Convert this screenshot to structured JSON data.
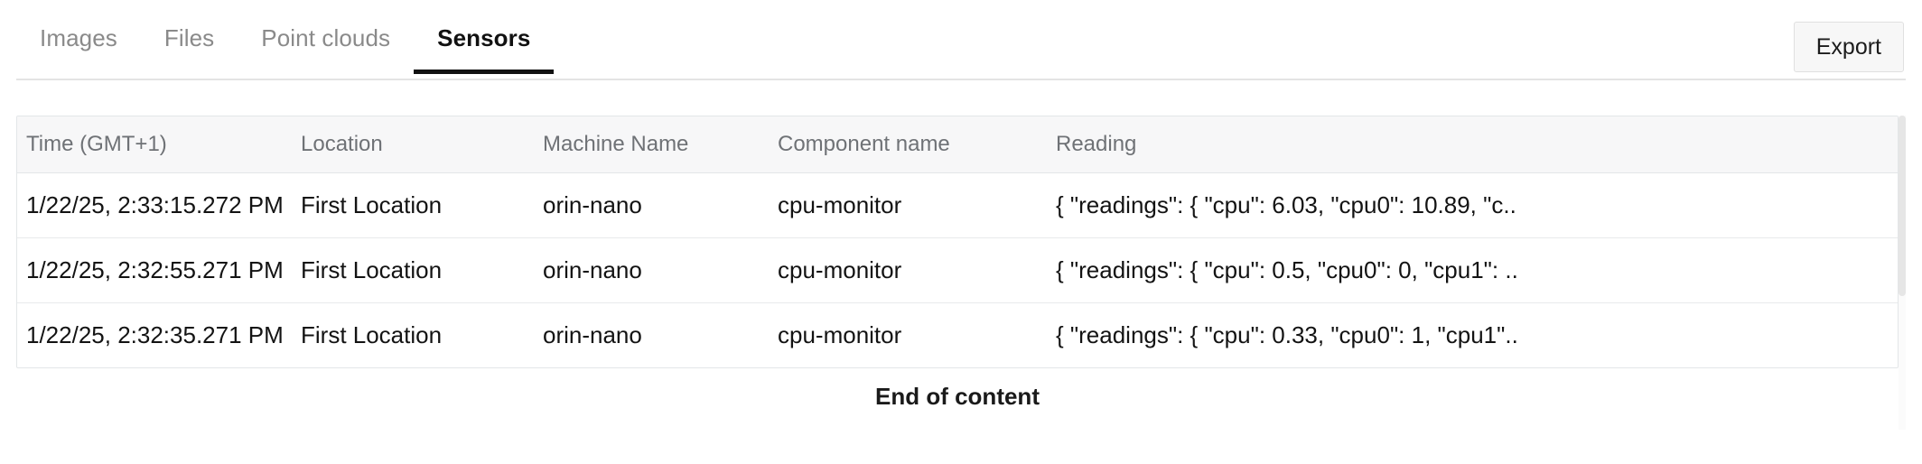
{
  "tabs": [
    {
      "label": "Images",
      "active": false
    },
    {
      "label": "Files",
      "active": false
    },
    {
      "label": "Point clouds",
      "active": false
    },
    {
      "label": "Sensors",
      "active": true
    }
  ],
  "toolbar": {
    "export_label": "Export"
  },
  "table": {
    "columns": [
      "Time (GMT+1)",
      "Location",
      "Machine Name",
      "Component name",
      "Reading"
    ],
    "rows": [
      {
        "time": "1/22/25, 2:33:15.272 PM",
        "location": "First Location",
        "machine_name": "orin-nano",
        "component_name": "cpu-monitor",
        "reading": "{ \"readings\": { \"cpu\": 6.03, \"cpu0\": 10.89, \"c.."
      },
      {
        "time": "1/22/25, 2:32:55.271 PM",
        "location": "First Location",
        "machine_name": "orin-nano",
        "component_name": "cpu-monitor",
        "reading": "{ \"readings\": { \"cpu\": 0.5, \"cpu0\": 0, \"cpu1\": .."
      },
      {
        "time": "1/22/25, 2:32:35.271 PM",
        "location": "First Location",
        "machine_name": "orin-nano",
        "component_name": "cpu-monitor",
        "reading": "{ \"readings\": { \"cpu\": 0.33, \"cpu0\": 1, \"cpu1\".."
      }
    ]
  },
  "footer": {
    "end_of_content": "End of content"
  },
  "colors": {
    "active_tab": "#111111",
    "inactive_tab": "#8a8a8a",
    "header_bg": "#f7f7f8",
    "header_text": "#6f7276",
    "border": "#e3e6e8",
    "body_text": "#131313"
  }
}
